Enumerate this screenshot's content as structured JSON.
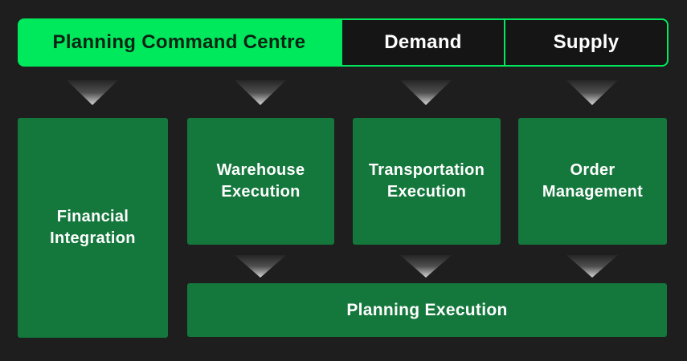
{
  "colors": {
    "background": "#1d1e1d",
    "accent_green": "#00e95c",
    "box_green": "#14773c",
    "tab_dark_bg": "#151515",
    "active_tab_text": "#0a2413",
    "light_text": "#ffffff"
  },
  "top_tabs": {
    "items": [
      {
        "label": "Planning Command Centre",
        "active": true
      },
      {
        "label": "Demand",
        "active": false
      },
      {
        "label": "Supply",
        "active": false
      }
    ]
  },
  "modules": {
    "financial_integration": {
      "lines": [
        "Financial",
        "Integration"
      ]
    },
    "warehouse_execution": {
      "lines": [
        "Warehouse",
        "Execution"
      ]
    },
    "transportation_execution": {
      "lines": [
        "Transportation",
        "Execution"
      ]
    },
    "order_management": {
      "lines": [
        "Order",
        "Management"
      ]
    },
    "planning_execution": {
      "label": "Planning Execution"
    }
  },
  "icons": {
    "down_arrow": "down-arrow"
  }
}
